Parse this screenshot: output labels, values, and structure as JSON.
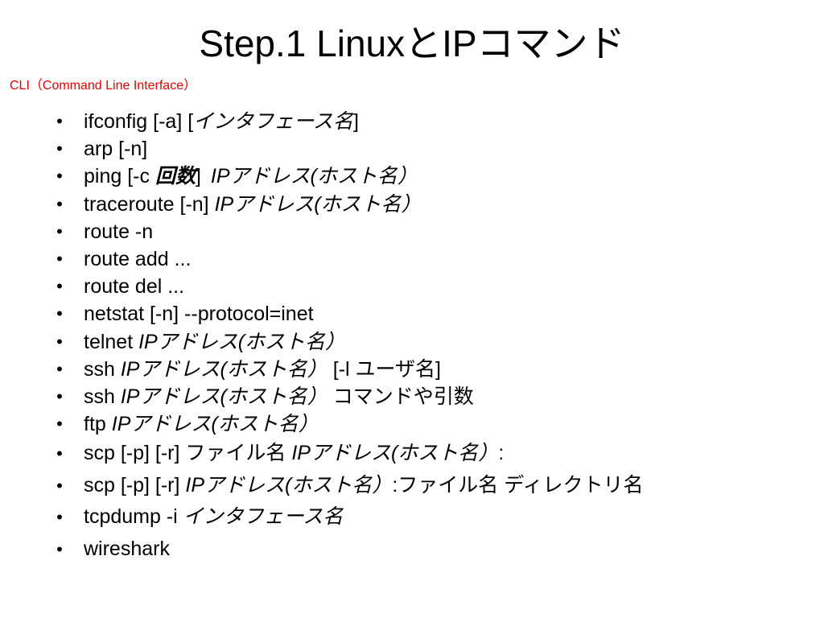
{
  "slide": {
    "title": "Step.1  LinuxとIPコマンド",
    "subtitle": "CLI（Command Line Interface）",
    "colors": {
      "text": "#000000",
      "subtitle": "#e00000",
      "background": "#ffffff"
    },
    "bullet_glyph": "•",
    "items": [
      {
        "segments": [
          {
            "text": "ifconfig [-a] ["
          },
          {
            "text": "インタフェース名",
            "style": "it"
          },
          {
            "text": "]"
          }
        ]
      },
      {
        "segments": [
          {
            "text": "arp [-n]"
          }
        ]
      },
      {
        "segments": [
          {
            "text": "ping [-c "
          },
          {
            "text": "回数",
            "style": "it bd"
          },
          {
            "text": "]"
          },
          {
            "text": "IPアドレス(ホスト名）",
            "style": "it sp"
          }
        ]
      },
      {
        "segments": [
          {
            "text": "traceroute [-n] "
          },
          {
            "text": "IPアドレス(ホスト名）",
            "style": "it"
          }
        ]
      },
      {
        "segments": [
          {
            "text": "route -n"
          }
        ]
      },
      {
        "segments": [
          {
            "text": "route add ..."
          }
        ]
      },
      {
        "segments": [
          {
            "text": "route del ..."
          }
        ]
      },
      {
        "segments": [
          {
            "text": "netstat [-n] --protocol=inet"
          }
        ]
      },
      {
        "segments": [
          {
            "text": "telnet "
          },
          {
            "text": "IPアドレス(ホスト名）",
            "style": "it"
          }
        ]
      },
      {
        "segments": [
          {
            "text": "ssh "
          },
          {
            "text": "IPアドレス(ホスト名）",
            "style": "it"
          },
          {
            "text": " [-l ユーザ名]"
          }
        ]
      },
      {
        "segments": [
          {
            "text": "ssh "
          },
          {
            "text": "IPアドレス(ホスト名）",
            "style": "it"
          },
          {
            "text": " コマンドや引数"
          }
        ]
      },
      {
        "segments": [
          {
            "text": "ftp "
          },
          {
            "text": "IPアドレス(ホスト名）",
            "style": "it"
          }
        ]
      },
      {
        "tall": true,
        "segments": [
          {
            "text": "scp [-p] [-r] ファイル名 "
          },
          {
            "text": "IPアドレス(ホスト名）",
            "style": "it"
          },
          {
            "text": ":"
          }
        ]
      },
      {
        "tall": true,
        "segments": [
          {
            "text": "scp [-p] [-r] "
          },
          {
            "text": "IPアドレス(ホスト名）",
            "style": "it"
          },
          {
            "text": ":ファイル名  ディレクトリ名"
          }
        ]
      },
      {
        "tall": true,
        "segments": [
          {
            "text": "tcpdump -i "
          },
          {
            "text": "インタフェース名",
            "style": "it"
          }
        ]
      },
      {
        "tall": true,
        "segments": [
          {
            "text": "wireshark"
          }
        ]
      }
    ]
  }
}
